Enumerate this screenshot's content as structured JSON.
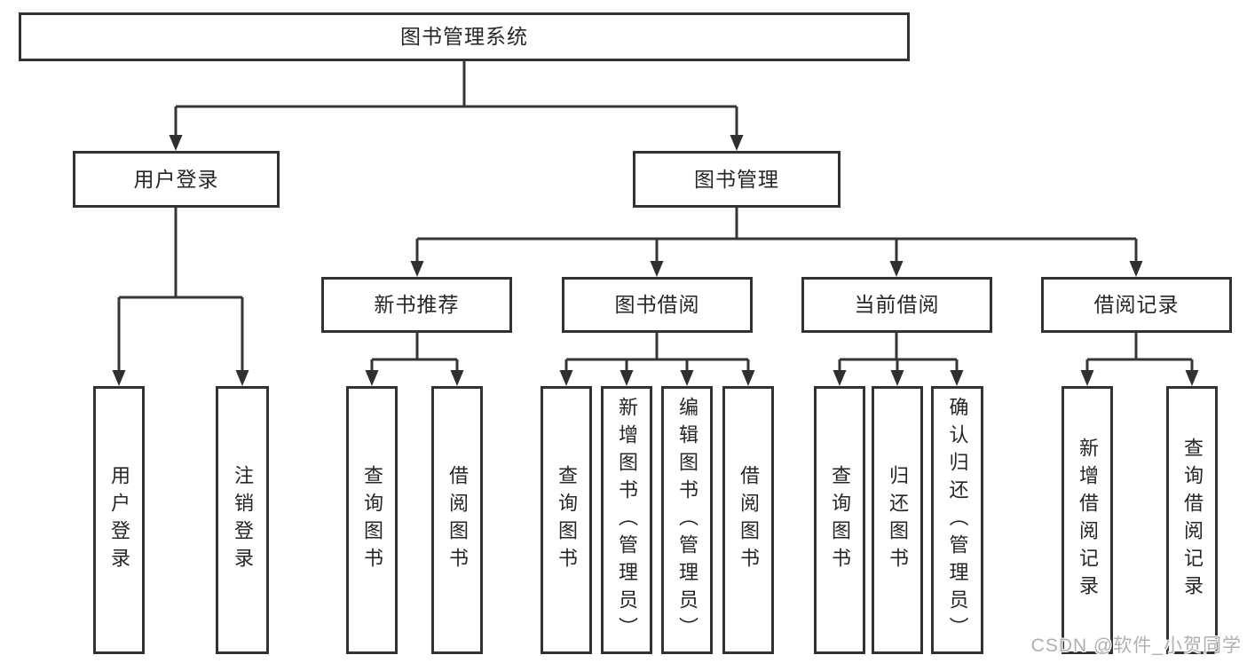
{
  "nodes": {
    "root": {
      "label": "图书管理系统"
    },
    "user_login": {
      "label": "用户登录"
    },
    "book_management": {
      "label": "图书管理"
    },
    "new_book_recommend": {
      "label": "新书推荐"
    },
    "book_borrowing": {
      "label": "图书借阅"
    },
    "current_borrowing": {
      "label": "当前借阅"
    },
    "borrowing_records": {
      "label": "借阅记录"
    },
    "leaf_user_login": {
      "label": "用户登录"
    },
    "leaf_logout": {
      "label": "注销登录"
    },
    "leaf_nb_query_books": {
      "label": "查询图书"
    },
    "leaf_nb_borrow_books": {
      "label": "借阅图书"
    },
    "leaf_bb_query_books": {
      "label": "查询图书"
    },
    "leaf_bb_add_books": {
      "label": "新增图书（管理员）"
    },
    "leaf_bb_edit_books": {
      "label": "编辑图书（管理员）"
    },
    "leaf_bb_borrow_books": {
      "label": "借阅图书"
    },
    "leaf_cb_query_books": {
      "label": "查询图书"
    },
    "leaf_cb_return_books": {
      "label": "归还图书"
    },
    "leaf_cb_confirm_return": {
      "label": "确认归还（管理员）"
    },
    "leaf_br_add_record": {
      "label": "新增借阅记录"
    },
    "leaf_br_query_record": {
      "label": "查询借阅记录"
    }
  },
  "watermark": {
    "text": "CSDN @软件_小贺同学"
  },
  "colors": {
    "border": "#323232",
    "line": "#363636",
    "text": "#262626",
    "watermark": "#b0b0b0",
    "background": "#ffffff"
  }
}
